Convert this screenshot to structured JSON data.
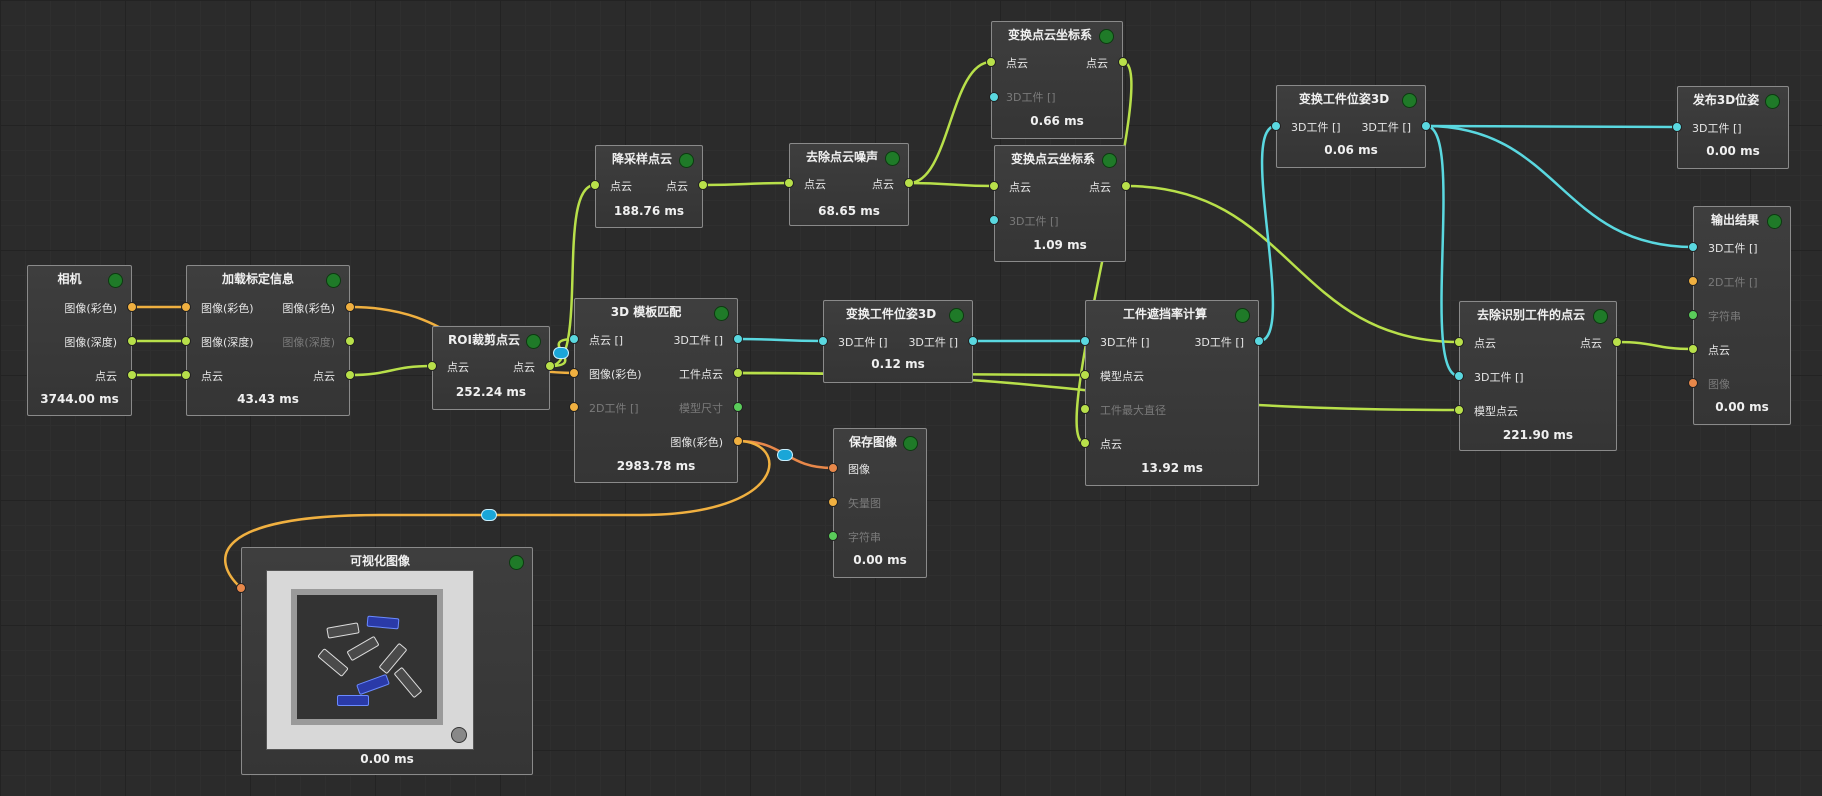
{
  "nodes": {
    "camera": {
      "title": "相机",
      "ports": [
        "图像(彩色)",
        "图像(深度)",
        "点云"
      ],
      "time": "3744.00 ms"
    },
    "calib": {
      "title": "加载标定信息",
      "in": [
        "图像(彩色)",
        "图像(深度)",
        "点云"
      ],
      "out": [
        "图像(彩色)",
        "图像(深度)",
        "点云"
      ],
      "time": "43.43 ms"
    },
    "roi": {
      "title": "ROI裁剪点云",
      "in": "点云",
      "out": "点云",
      "time": "252.24 ms"
    },
    "downsample": {
      "title": "降采样点云",
      "in": "点云",
      "out": "点云",
      "time": "188.76 ms"
    },
    "denoise": {
      "title": "去除点云噪声",
      "in": "点云",
      "out": "点云",
      "time": "68.65 ms"
    },
    "transform1": {
      "title": "变换点云坐标系",
      "in": "点云",
      "out": "点云",
      "in2": "3D工件 []",
      "time": "0.66 ms"
    },
    "transform2": {
      "title": "变换点云坐标系",
      "in": "点云",
      "out": "点云",
      "in2": "3D工件 []",
      "time": "1.09 ms"
    },
    "match": {
      "title": "3D 模板匹配",
      "in": [
        "点云 []",
        "图像(彩色)",
        "2D工件 []"
      ],
      "out": [
        "3D工件 []",
        "工件点云",
        "模型尺寸",
        "图像(彩色)"
      ],
      "time": "2983.78 ms"
    },
    "pose1": {
      "title": "变换工件位姿3D",
      "in": "3D工件 []",
      "out": "3D工件 []",
      "time": "0.12 ms"
    },
    "occlusion": {
      "title": "工件遮挡率计算",
      "in": [
        "3D工件 []",
        "模型点云",
        "工件最大直径",
        "点云"
      ],
      "out": "3D工件 []",
      "time": "13.92 ms"
    },
    "pose2": {
      "title": "变换工件位姿3D",
      "in": "3D工件 []",
      "out": "3D工件 []",
      "time": "0.06 ms"
    },
    "remove": {
      "title": "去除识别工件的点云",
      "in": [
        "点云",
        "3D工件 []",
        "模型点云"
      ],
      "out": "点云",
      "time": "221.90 ms"
    },
    "publish": {
      "title": "发布3D位姿",
      "in": "3D工件 []",
      "time": "0.00 ms"
    },
    "output": {
      "title": "输出结果",
      "in": [
        "3D工件 []",
        "2D工件 []",
        "字符串",
        "点云",
        "图像"
      ],
      "time": "0.00 ms"
    },
    "save": {
      "title": "保存图像",
      "in": [
        "图像",
        "矢量图",
        "字符串"
      ],
      "time": "0.00 ms"
    },
    "visualize": {
      "title": "可视化图像",
      "time": "0.00 ms"
    }
  },
  "colors": {
    "pointcloud": "#b8e04a",
    "workpiece": "#5ad8e0",
    "image": "#f0b040",
    "image_orange": "#e8884a",
    "string": "#5acc5a",
    "status_ok": "#1f7a28"
  }
}
